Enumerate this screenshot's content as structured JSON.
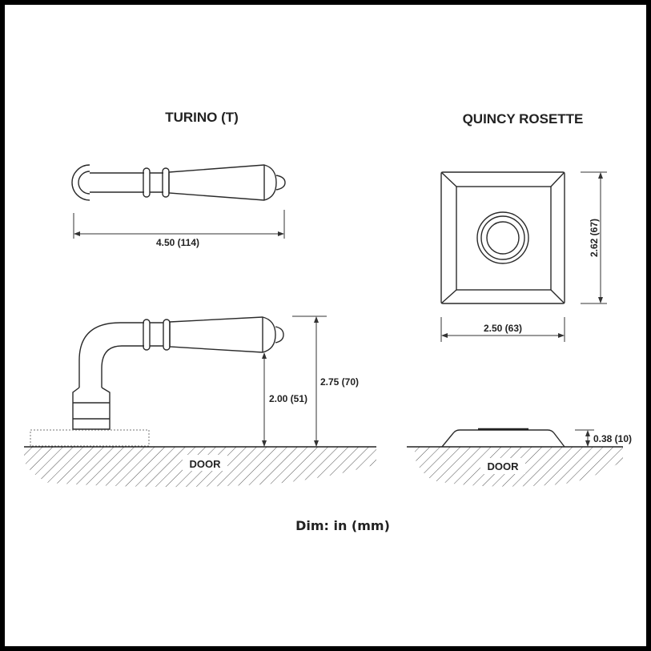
{
  "left_title": "TURINO (T)",
  "right_title": "QUINCY ROSETTE",
  "dims": {
    "lever_length": "4.50 (114)",
    "lever_height_low": "2.00 (51)",
    "lever_height_high": "2.75 (70)",
    "rosette_height": "2.62 (67)",
    "rosette_width": "2.50 (63)",
    "rosette_projection": "0.38 (10)"
  },
  "door_label_left": "DOOR",
  "door_label_right": "DOOR",
  "units_note": "Dim: in (mm)"
}
